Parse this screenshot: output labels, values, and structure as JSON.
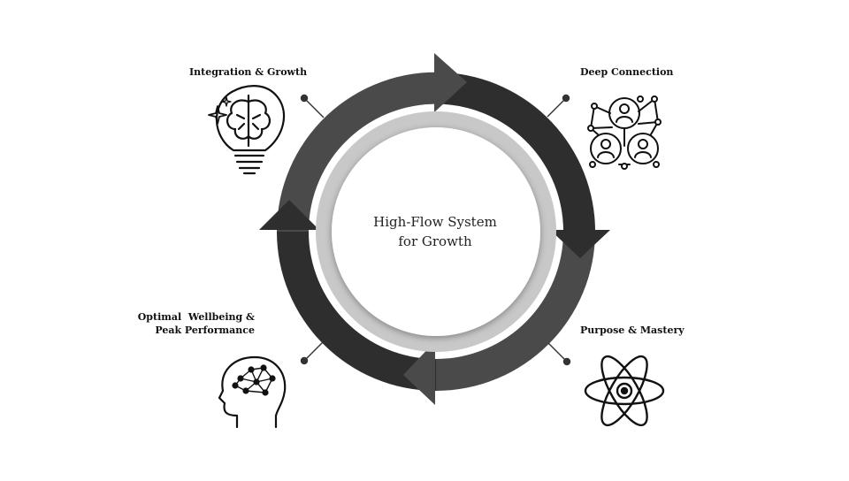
{
  "diagram": {
    "title_line1": "High-Flow System",
    "title_line2": "for Growth",
    "nodes": [
      {
        "label": "Integration & Growth",
        "icon": "lightbulb-brain-icon"
      },
      {
        "label": "Deep Connection",
        "icon": "people-network-icon"
      },
      {
        "label": "Purpose & Mastery",
        "icon": "atom-icon"
      },
      {
        "label_line1": "Optimal  Wellbeing &",
        "label_line2": "Peak Performance",
        "icon": "head-brain-network-icon"
      }
    ]
  },
  "colors": {
    "ring_dark": "#2e2e2e",
    "ring_mid": "#4a4a4a",
    "ring_light": "#c8c8c8",
    "center_fill": "#ffffff"
  }
}
